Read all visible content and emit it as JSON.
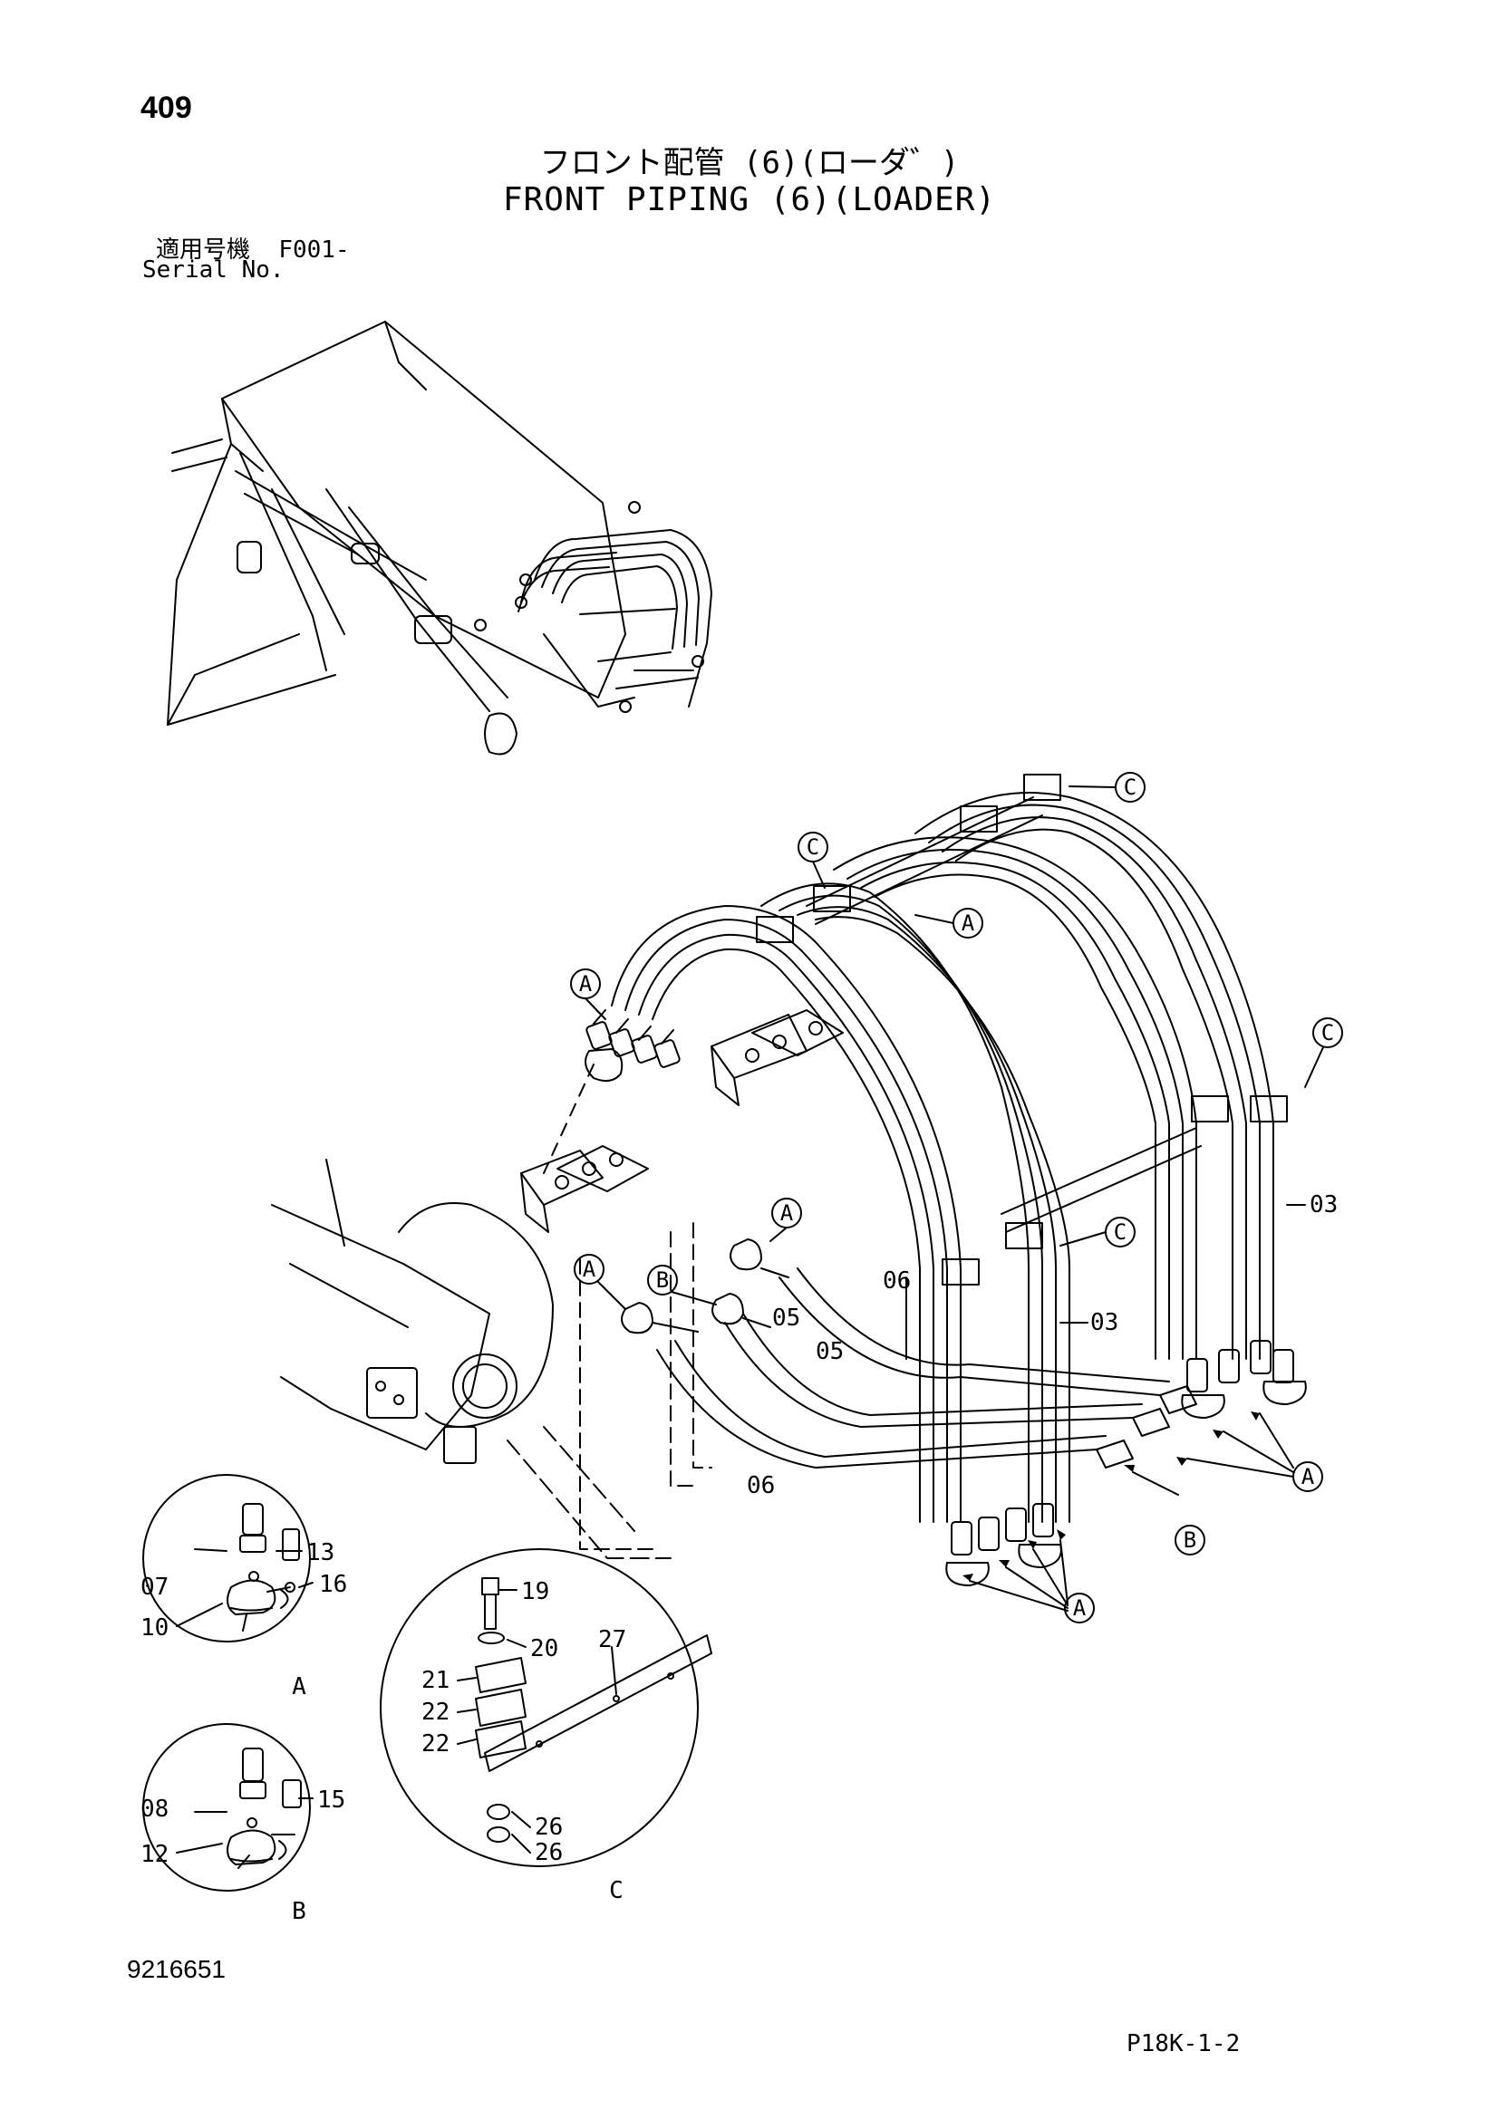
{
  "header": {
    "page_number": "409",
    "title_jp": "フロント配管 (6)(ローダ゛)",
    "title_en": "FRONT PIPING (6)(LOADER)",
    "serial_label_jp": "適用号機",
    "serial_value": "F001-",
    "serial_label_en": "Serial No."
  },
  "footer": {
    "doc_number": "9216651",
    "sheet_code": "P18K-1-2"
  },
  "callouts": {
    "a": "A",
    "b": "B",
    "c": "C",
    "p03": "03",
    "p05": "05",
    "p06": "06",
    "p07": "07",
    "p08": "08",
    "p10": "10",
    "p12": "12",
    "p13": "13",
    "p15": "15",
    "p16": "16",
    "p19": "19",
    "p20": "20",
    "p21": "21",
    "p22": "22",
    "p26": "26",
    "p27": "27"
  }
}
